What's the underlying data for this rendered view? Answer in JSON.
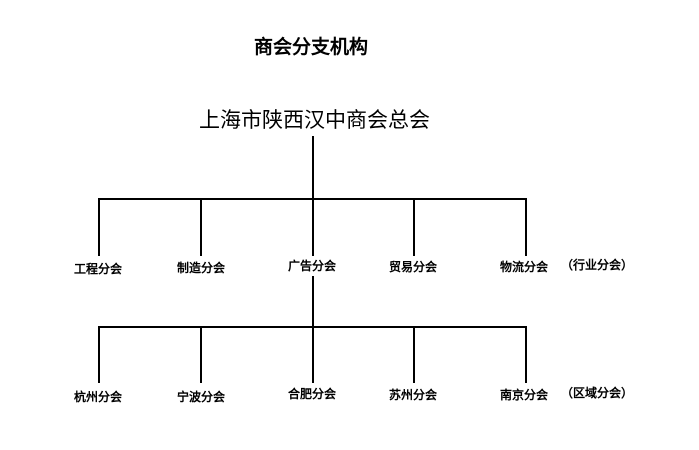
{
  "title": "商会分支机构",
  "root": "上海市陕西汉中商会总会",
  "industry_branches": {
    "items": [
      "工程分会",
      "制造分会",
      "广告分会",
      "贸易分会",
      "物流分会"
    ],
    "note": "（行业分会）"
  },
  "regional_branches": {
    "items": [
      "杭州分会",
      "宁波分会",
      "合肥分会",
      "苏州分会",
      "南京分会"
    ],
    "note": "（区域分会）"
  }
}
